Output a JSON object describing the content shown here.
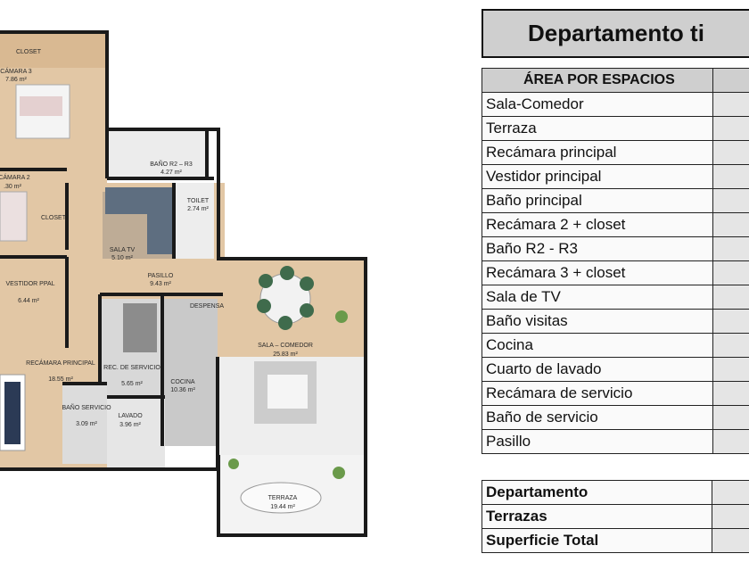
{
  "title": "Departamento ti",
  "floorplan": {
    "rooms": [
      {
        "name": "CLOSET",
        "area": ""
      },
      {
        "name": "CÁMARA 3",
        "area": "7.86 m²"
      },
      {
        "name": "BAÑO R2 – R3",
        "area": "4.27 m²"
      },
      {
        "name": "CÁMARA 2",
        "area": ".30 m²"
      },
      {
        "name": "CLOSET",
        "area": ""
      },
      {
        "name": "TOILET",
        "area": "2.74 m²"
      },
      {
        "name": "SALA TV",
        "area": "5.10 m²"
      },
      {
        "name": "PASILLO",
        "area": "9.43 m²"
      },
      {
        "name": "VESTIDOR PPAL",
        "area": "6.44 m²"
      },
      {
        "name": "DESPENSA",
        "area": ""
      },
      {
        "name": "SALA – COMEDOR",
        "area": "25.83 m²"
      },
      {
        "name": "RECÁMARA PRINCIPAL",
        "area": "18.55 m²"
      },
      {
        "name": "REC. DE SERVICIO",
        "area": "5.65 m²"
      },
      {
        "name": "COCINA",
        "area": "10.36 m²"
      },
      {
        "name": "BAÑO SERVICIO",
        "area": "3.09 m²"
      },
      {
        "name": "LAVADO",
        "area": "3.96 m²"
      },
      {
        "name": "TERRAZA",
        "area": "19.44 m²"
      }
    ]
  },
  "table": {
    "header": "ÁREA POR ESPACIOS",
    "rows": [
      "Sala-Comedor",
      "Terraza",
      "Recámara principal",
      "Vestidor principal",
      "Baño principal",
      "Recámara 2 + closet",
      "Baño R2 - R3",
      "Recámara 3 + closet",
      "Sala de TV",
      "Baño visitas",
      "Cocina",
      "Cuarto de lavado",
      "Recámara de servicio",
      "Baño de servicio",
      "Pasillo"
    ],
    "totals": [
      "Departamento",
      "Terrazas",
      "Superficie Total"
    ]
  }
}
